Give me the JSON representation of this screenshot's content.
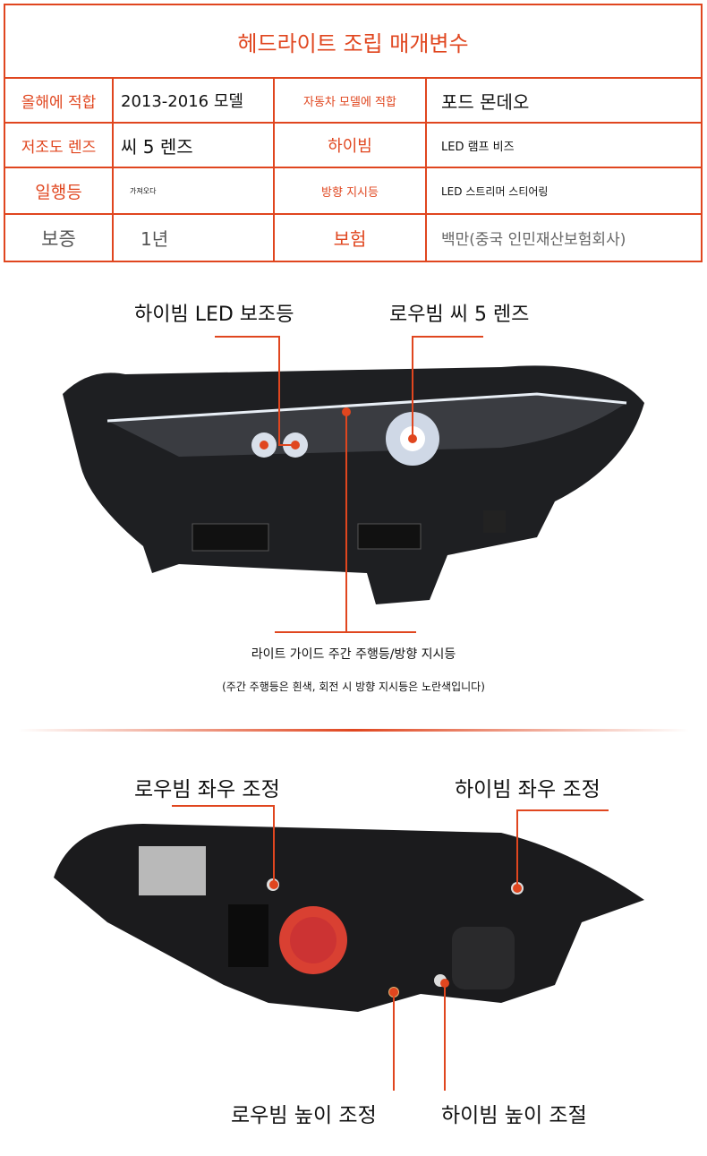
{
  "spec_table": {
    "title": "헤드라이트 조립 매개변수",
    "rows": [
      {
        "k1": "올해에 적합",
        "v1": "2013-2016 모델",
        "k2": "자동차 모델에 적합",
        "v2": "포드 몬데오"
      },
      {
        "k1": "저조도 렌즈",
        "v1": "씨 5 렌즈",
        "k2": "하이빔",
        "v2": "LED 램프 비즈"
      },
      {
        "k1": "일행등",
        "v1": "가져오다",
        "k2": "방향 지시등",
        "v2": "LED 스트리머 스티어링"
      },
      {
        "k1": "보증",
        "v1": "1년",
        "k2": "보험",
        "v2": "백만(중국 인민재산보험회사)"
      }
    ]
  },
  "front_view": {
    "label_high_beam": "하이빔 LED 보조등",
    "label_low_beam": "로우빔 씨 5 렌즈",
    "caption": "라이트 가이드 주간 주행등/방향 지시등",
    "note": "(주간 주행등은 흰색, 회전 시 방향 지시등은 노란색입니다)"
  },
  "rear_view": {
    "low_lr": "로우빔 좌우 조정",
    "high_lr": "하이빔 좌우 조정",
    "low_height": "로우빔 높이 조정",
    "high_height": "하이빔 높이 조절"
  },
  "colors": {
    "accent": "#e0461f"
  }
}
